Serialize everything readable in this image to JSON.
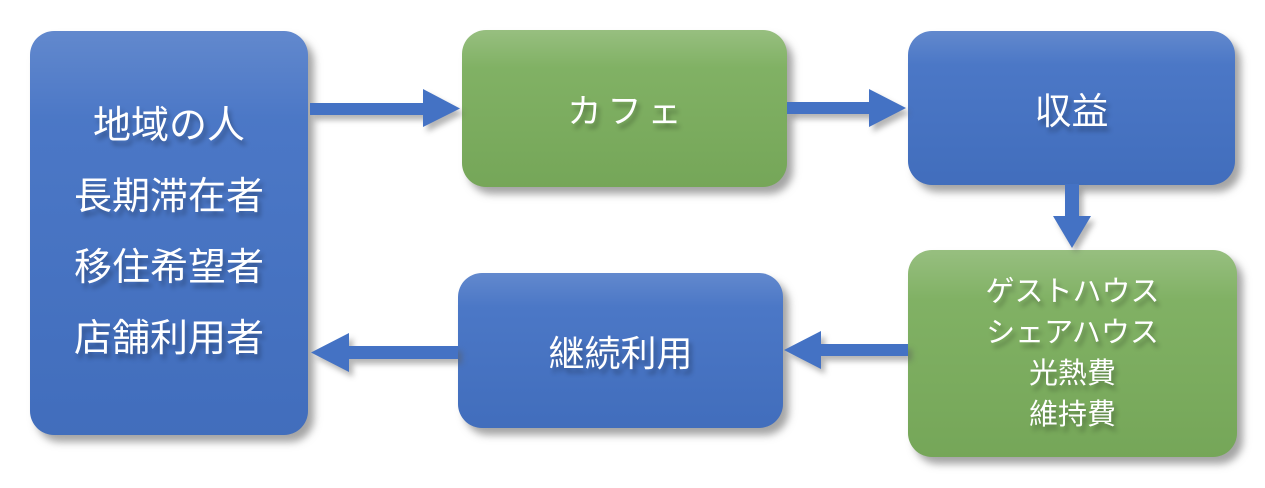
{
  "diagram": {
    "title_hint": "cafe-business-cycle-flowchart",
    "colors": {
      "blue": "#4472C4",
      "green": "#7AAD5C",
      "text": "#FFFFFF"
    },
    "nodes": {
      "audience": {
        "lines": [
          "地域の人",
          "長期滞在者",
          "移住希望者",
          "店舗利用者"
        ],
        "color": "#4472C4"
      },
      "cafe": {
        "label": "カフェ",
        "color": "#7AAD5C"
      },
      "revenue": {
        "label": "収益",
        "color": "#4472C4"
      },
      "facilities": {
        "lines": [
          "ゲストハウス",
          "シェアハウス",
          "光熱費",
          "維持費"
        ],
        "color": "#7AAD5C"
      },
      "repeat_use": {
        "label": "継続利用",
        "color": "#4472C4"
      }
    },
    "edges": [
      {
        "from": "audience",
        "to": "cafe",
        "direction": "right"
      },
      {
        "from": "cafe",
        "to": "revenue",
        "direction": "right"
      },
      {
        "from": "revenue",
        "to": "facilities",
        "direction": "down"
      },
      {
        "from": "facilities",
        "to": "repeat_use",
        "direction": "left"
      },
      {
        "from": "repeat_use",
        "to": "audience",
        "direction": "left"
      }
    ]
  }
}
